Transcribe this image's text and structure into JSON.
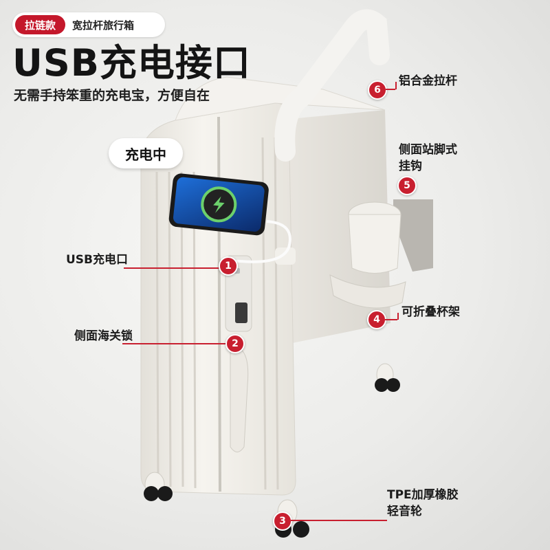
{
  "badge": {
    "tag": "拉链款",
    "label": "宽拉杆旅行箱"
  },
  "headline": "USB充电接口",
  "subline": "无需手持笨重的充电宝，方便自在",
  "charging_label": "充电中",
  "callouts": [
    {
      "num": "1",
      "label": "USB充电口"
    },
    {
      "num": "2",
      "label": "侧面海关锁"
    },
    {
      "num": "3",
      "label": "TPE加厚橡胶\n轻音轮"
    },
    {
      "num": "4",
      "label": "可折叠杯架"
    },
    {
      "num": "5",
      "label": "侧面站脚式\n挂钩"
    },
    {
      "num": "6",
      "label": "铝合金拉杆"
    }
  ],
  "colors": {
    "accent": "#c81f2f",
    "shell": "#f2f0eb",
    "handle_red": "#b81528"
  }
}
